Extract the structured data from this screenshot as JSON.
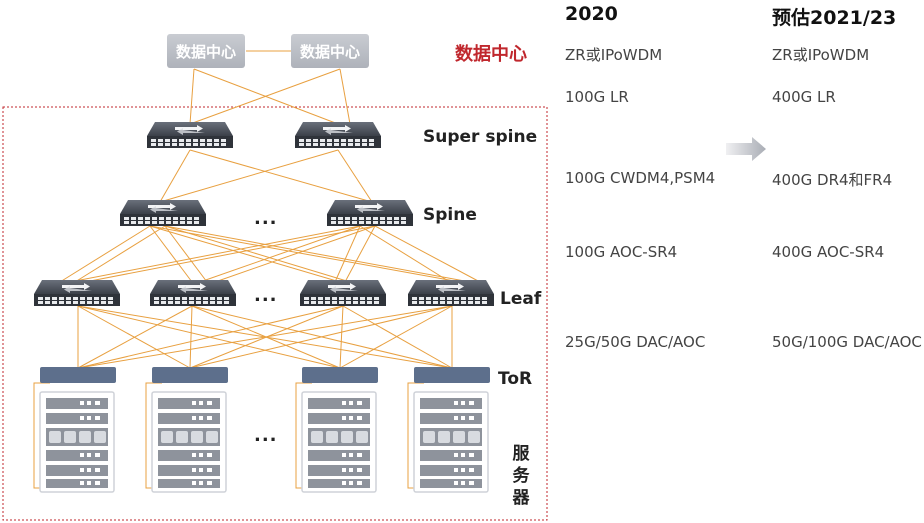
{
  "data_center": {
    "box_labels": [
      "数据中心",
      "数据中心"
    ],
    "layer_label": "数据中心"
  },
  "layers": {
    "super_spine": "Super spine",
    "spine": "Spine",
    "leaf": "Leaf",
    "tor": "ToR",
    "servers": [
      "服",
      "务",
      "器"
    ]
  },
  "ellipsis": "...",
  "table": {
    "col_2020": "2020",
    "col_future": "预估2021/23",
    "rows": [
      {
        "y2020": "ZR或IPoWDM",
        "future": "ZR或IPoWDM"
      },
      {
        "y2020": "100G LR",
        "future": "400G LR"
      },
      {
        "y2020": "100G CWDM4,PSM4",
        "future": "400G DR4和FR4"
      },
      {
        "y2020": "100G AOC-SR4",
        "future": "400G AOC-SR4"
      },
      {
        "y2020": "25G/50G DAC/AOC",
        "future": "50G/100G DAC/AOC"
      }
    ]
  },
  "colors": {
    "link": "#e8a040",
    "dashed_frame": "#c0272d",
    "accent_red": "#c0272d",
    "tor_bar": "#5d6f8c",
    "switch_dark": "#3a3f48"
  },
  "icons": {
    "arrow": "right-arrow-icon",
    "switch": "switch-icon",
    "rack": "server-rack-icon"
  }
}
